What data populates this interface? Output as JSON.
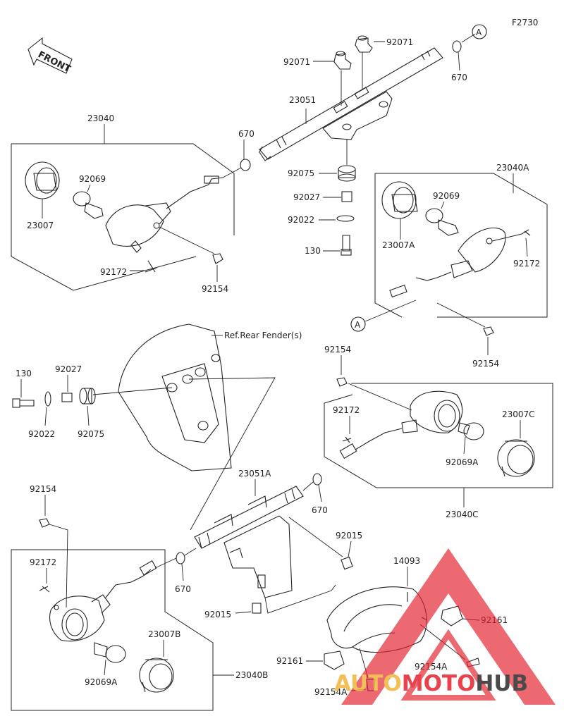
{
  "figure_code": "F2730",
  "front_label": "FRONT",
  "reference_note": "Ref.Rear Fender(s)",
  "callout_marker": "A",
  "labels": {
    "p_92071_l": "92071",
    "p_92071_r": "92071",
    "p_670_top": "670",
    "p_23051": "23051",
    "p_23040": "23040",
    "p_670_mid": "670",
    "p_92069_l": "92069",
    "p_23007": "23007",
    "p_92172_l": "92172",
    "p_92154_top": "92154",
    "p_92075_top": "92075",
    "p_92027_top": "92027",
    "p_92022_top": "92022",
    "p_130_top": "130",
    "p_23040A": "23040A",
    "p_92069_a": "92069",
    "p_23007A": "23007A",
    "p_92172_a": "92172",
    "p_92154_a": "92154",
    "p_130_left": "130",
    "p_92027_left": "92027",
    "p_92022_left": "92022",
    "p_92075_left": "92075",
    "p_92154_c": "92154",
    "p_92172_c": "92172",
    "p_23007C": "23007C",
    "p_92069A_c": "92069A",
    "p_23040C": "23040C",
    "p_23051A": "23051A",
    "p_670_c": "670",
    "p_92154_b": "92154",
    "p_92172_b": "92172",
    "p_670_b": "670",
    "p_23007B": "23007B",
    "p_92069A_b": "92069A",
    "p_23040B": "23040B",
    "p_92015_r": "92015",
    "p_92015_l": "92015",
    "p_14093": "14093",
    "p_92161_r": "92161",
    "p_92161_l": "92161",
    "p_92154A_r": "92154A",
    "p_92154A_l": "92154A"
  },
  "watermark": {
    "part1": "AUTO",
    "part2": "MOTO",
    "part3": "HUB",
    "color1": "#f2b53a",
    "color2": "#e5232e",
    "color3": "#2b2b2b"
  },
  "colors": {
    "line": "#222222",
    "watermark_triangle": "#e5232e"
  }
}
